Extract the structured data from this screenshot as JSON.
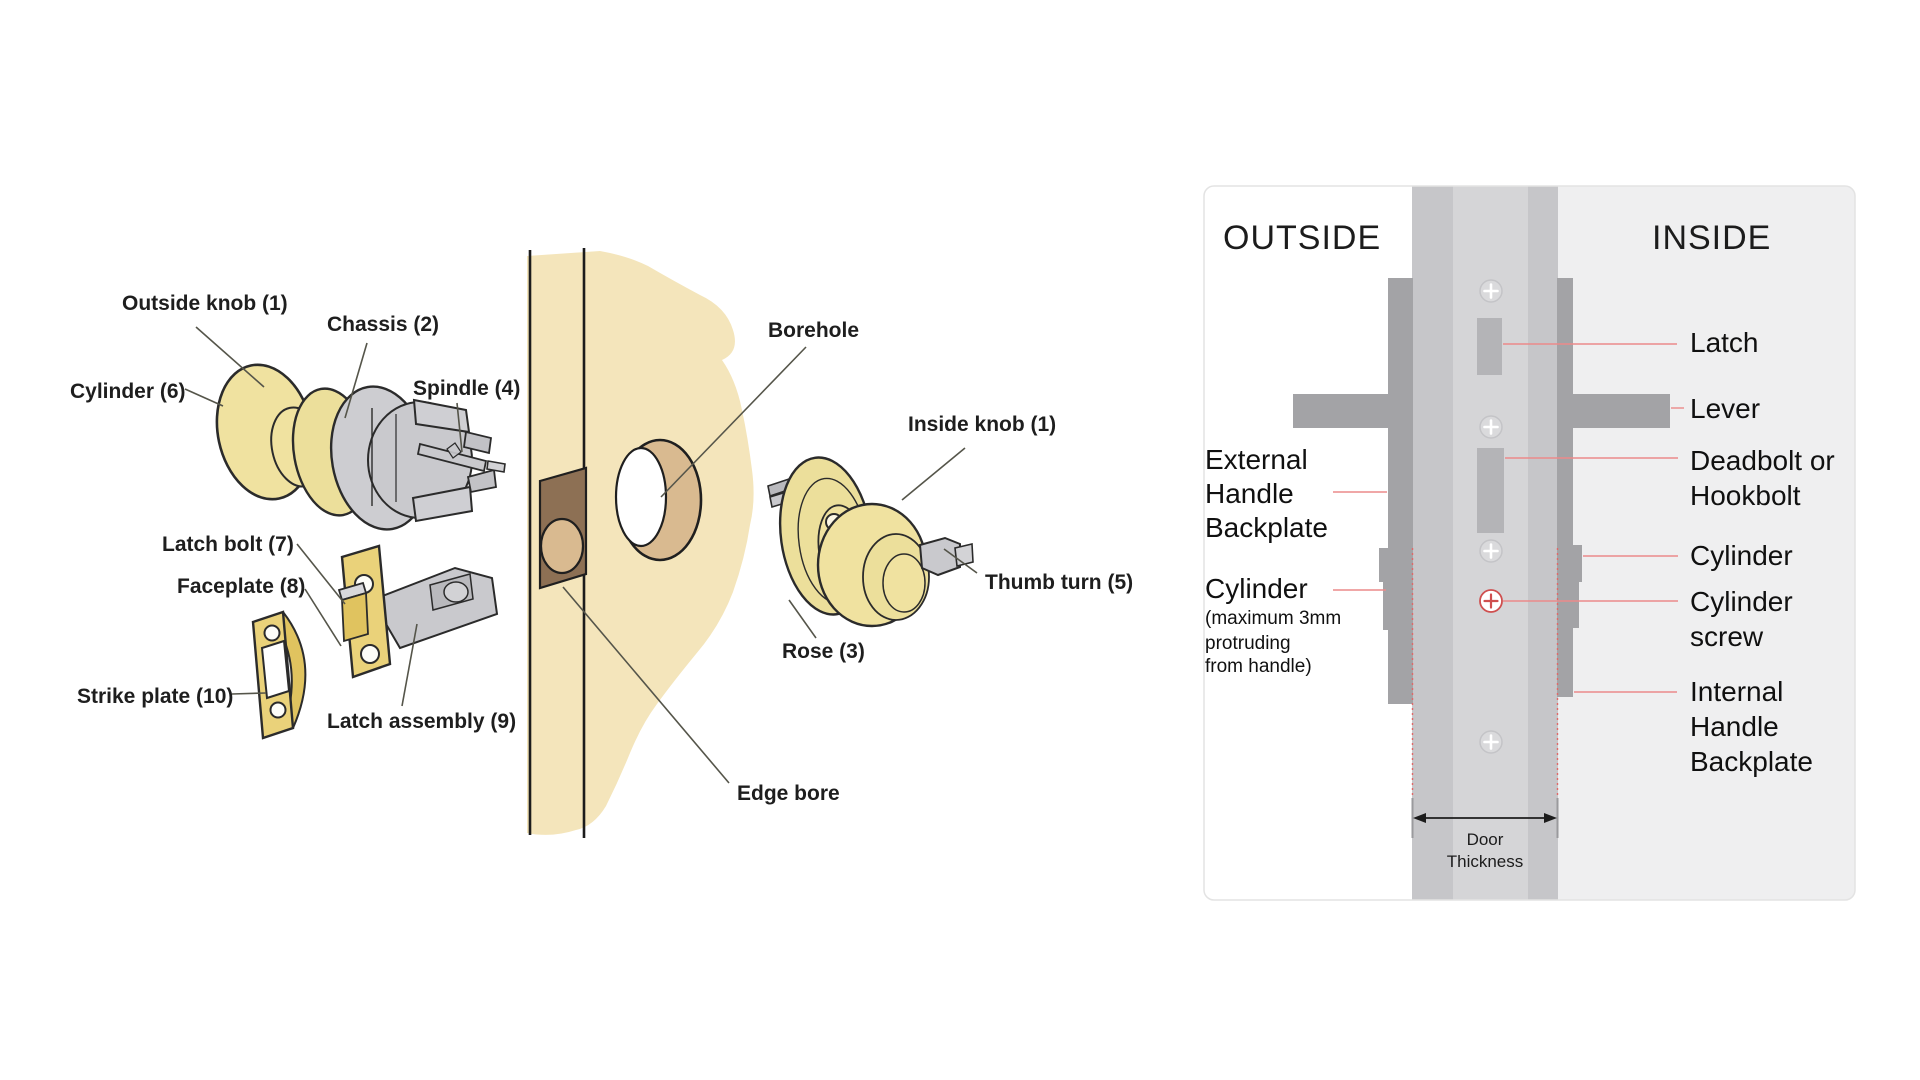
{
  "left_diagram": {
    "labels": {
      "outside_knob": "Outside knob (1)",
      "chassis": "Chassis (2)",
      "cylinder": "Cylinder (6)",
      "spindle": "Spindle (4)",
      "latch_bolt": "Latch bolt (7)",
      "faceplate": "Faceplate (8)",
      "strike_plate": "Strike plate (10)",
      "latch_assembly": "Latch assembly (9)",
      "borehole": "Borehole",
      "inside_knob": "Inside knob (1)",
      "thumb_turn": "Thumb turn (5)",
      "rose": "Rose (3)",
      "edge_bore": "Edge bore"
    },
    "colors": {
      "wood": "#f4e5bb",
      "bore": "#d9ba90",
      "edge_bore_brown": "#8d7054",
      "knob_yellow": "#f0e2a0",
      "rim_yellow": "#ecdf9b",
      "gold": "#ead27a",
      "gold_dark": "#e0c35f",
      "hardware_gray": "#c9c9cd",
      "disc_gray": "#cdcdd1",
      "outline": "#2b2b2b"
    }
  },
  "right_diagram": {
    "titles": {
      "outside": "OUTSIDE",
      "inside": "INSIDE"
    },
    "left_labels": {
      "external_handle_1": "External",
      "external_handle_2": "Handle",
      "external_handle_3": "Backplate",
      "cylinder": "Cylinder",
      "cylinder_note_1": "(maximum 3mm",
      "cylinder_note_2": "protruding",
      "cylinder_note_3": "from handle)"
    },
    "right_labels": {
      "latch": "Latch",
      "lever": "Lever",
      "deadbolt_1": "Deadbolt or",
      "deadbolt_2": "Hookbolt",
      "cylinder": "Cylinder",
      "cylinder_screw_1": "Cylinder",
      "cylinder_screw_2": "screw",
      "internal_handle_1": "Internal",
      "internal_handle_2": "Handle",
      "internal_handle_3": "Backplate"
    },
    "door_thickness": {
      "line1": "Door",
      "line2": "Thickness"
    },
    "colors": {
      "panel_border": "#e3e3e3",
      "inside_bg": "#efeff0",
      "door_stile": "#c6c6c9",
      "door_core": "#d5d5d7",
      "hardware_dark": "#a3a3a6",
      "hardware_mid": "#b4b4b7",
      "screw_fill": "#dadadc",
      "leader_red": "#ec8a8a",
      "dashed_red": "#e06868",
      "screw_red": "#cf4f4f"
    }
  }
}
